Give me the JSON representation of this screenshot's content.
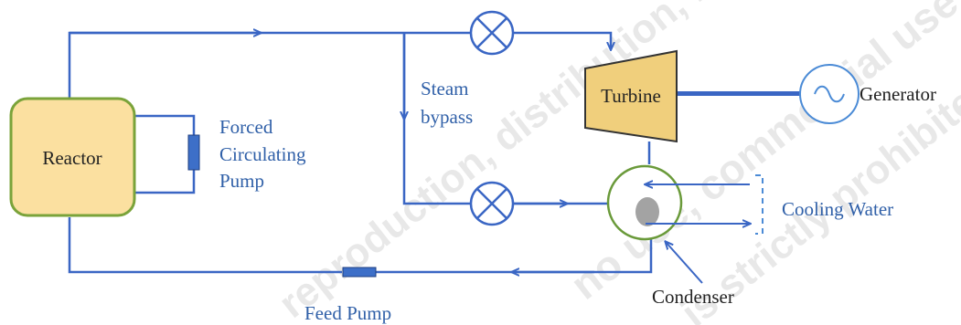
{
  "labels": {
    "reactor": "Reactor",
    "forced_pump_line1": "Forced",
    "forced_pump_line2": "Circulating",
    "forced_pump_line3": "Pump",
    "steam_bypass_line1": "Steam",
    "steam_bypass_line2": "bypass",
    "turbine": "Turbine",
    "generator": "Generator",
    "cooling_water": "Cooling Water",
    "condenser": "Condenser",
    "feed_pump": "Feed Pump"
  },
  "watermark": {
    "text_line1": "no use, commercial use of this book",
    "text_line2": "reproduction, distribution, republication of this book",
    "text_line3": "is strictly prohibited."
  },
  "colors": {
    "line": "#3a66c4",
    "component_fill": "#fbe0a0",
    "component_stroke": "#7aa33a",
    "label": "#3060a8",
    "watermark": "#d9d9d9"
  }
}
